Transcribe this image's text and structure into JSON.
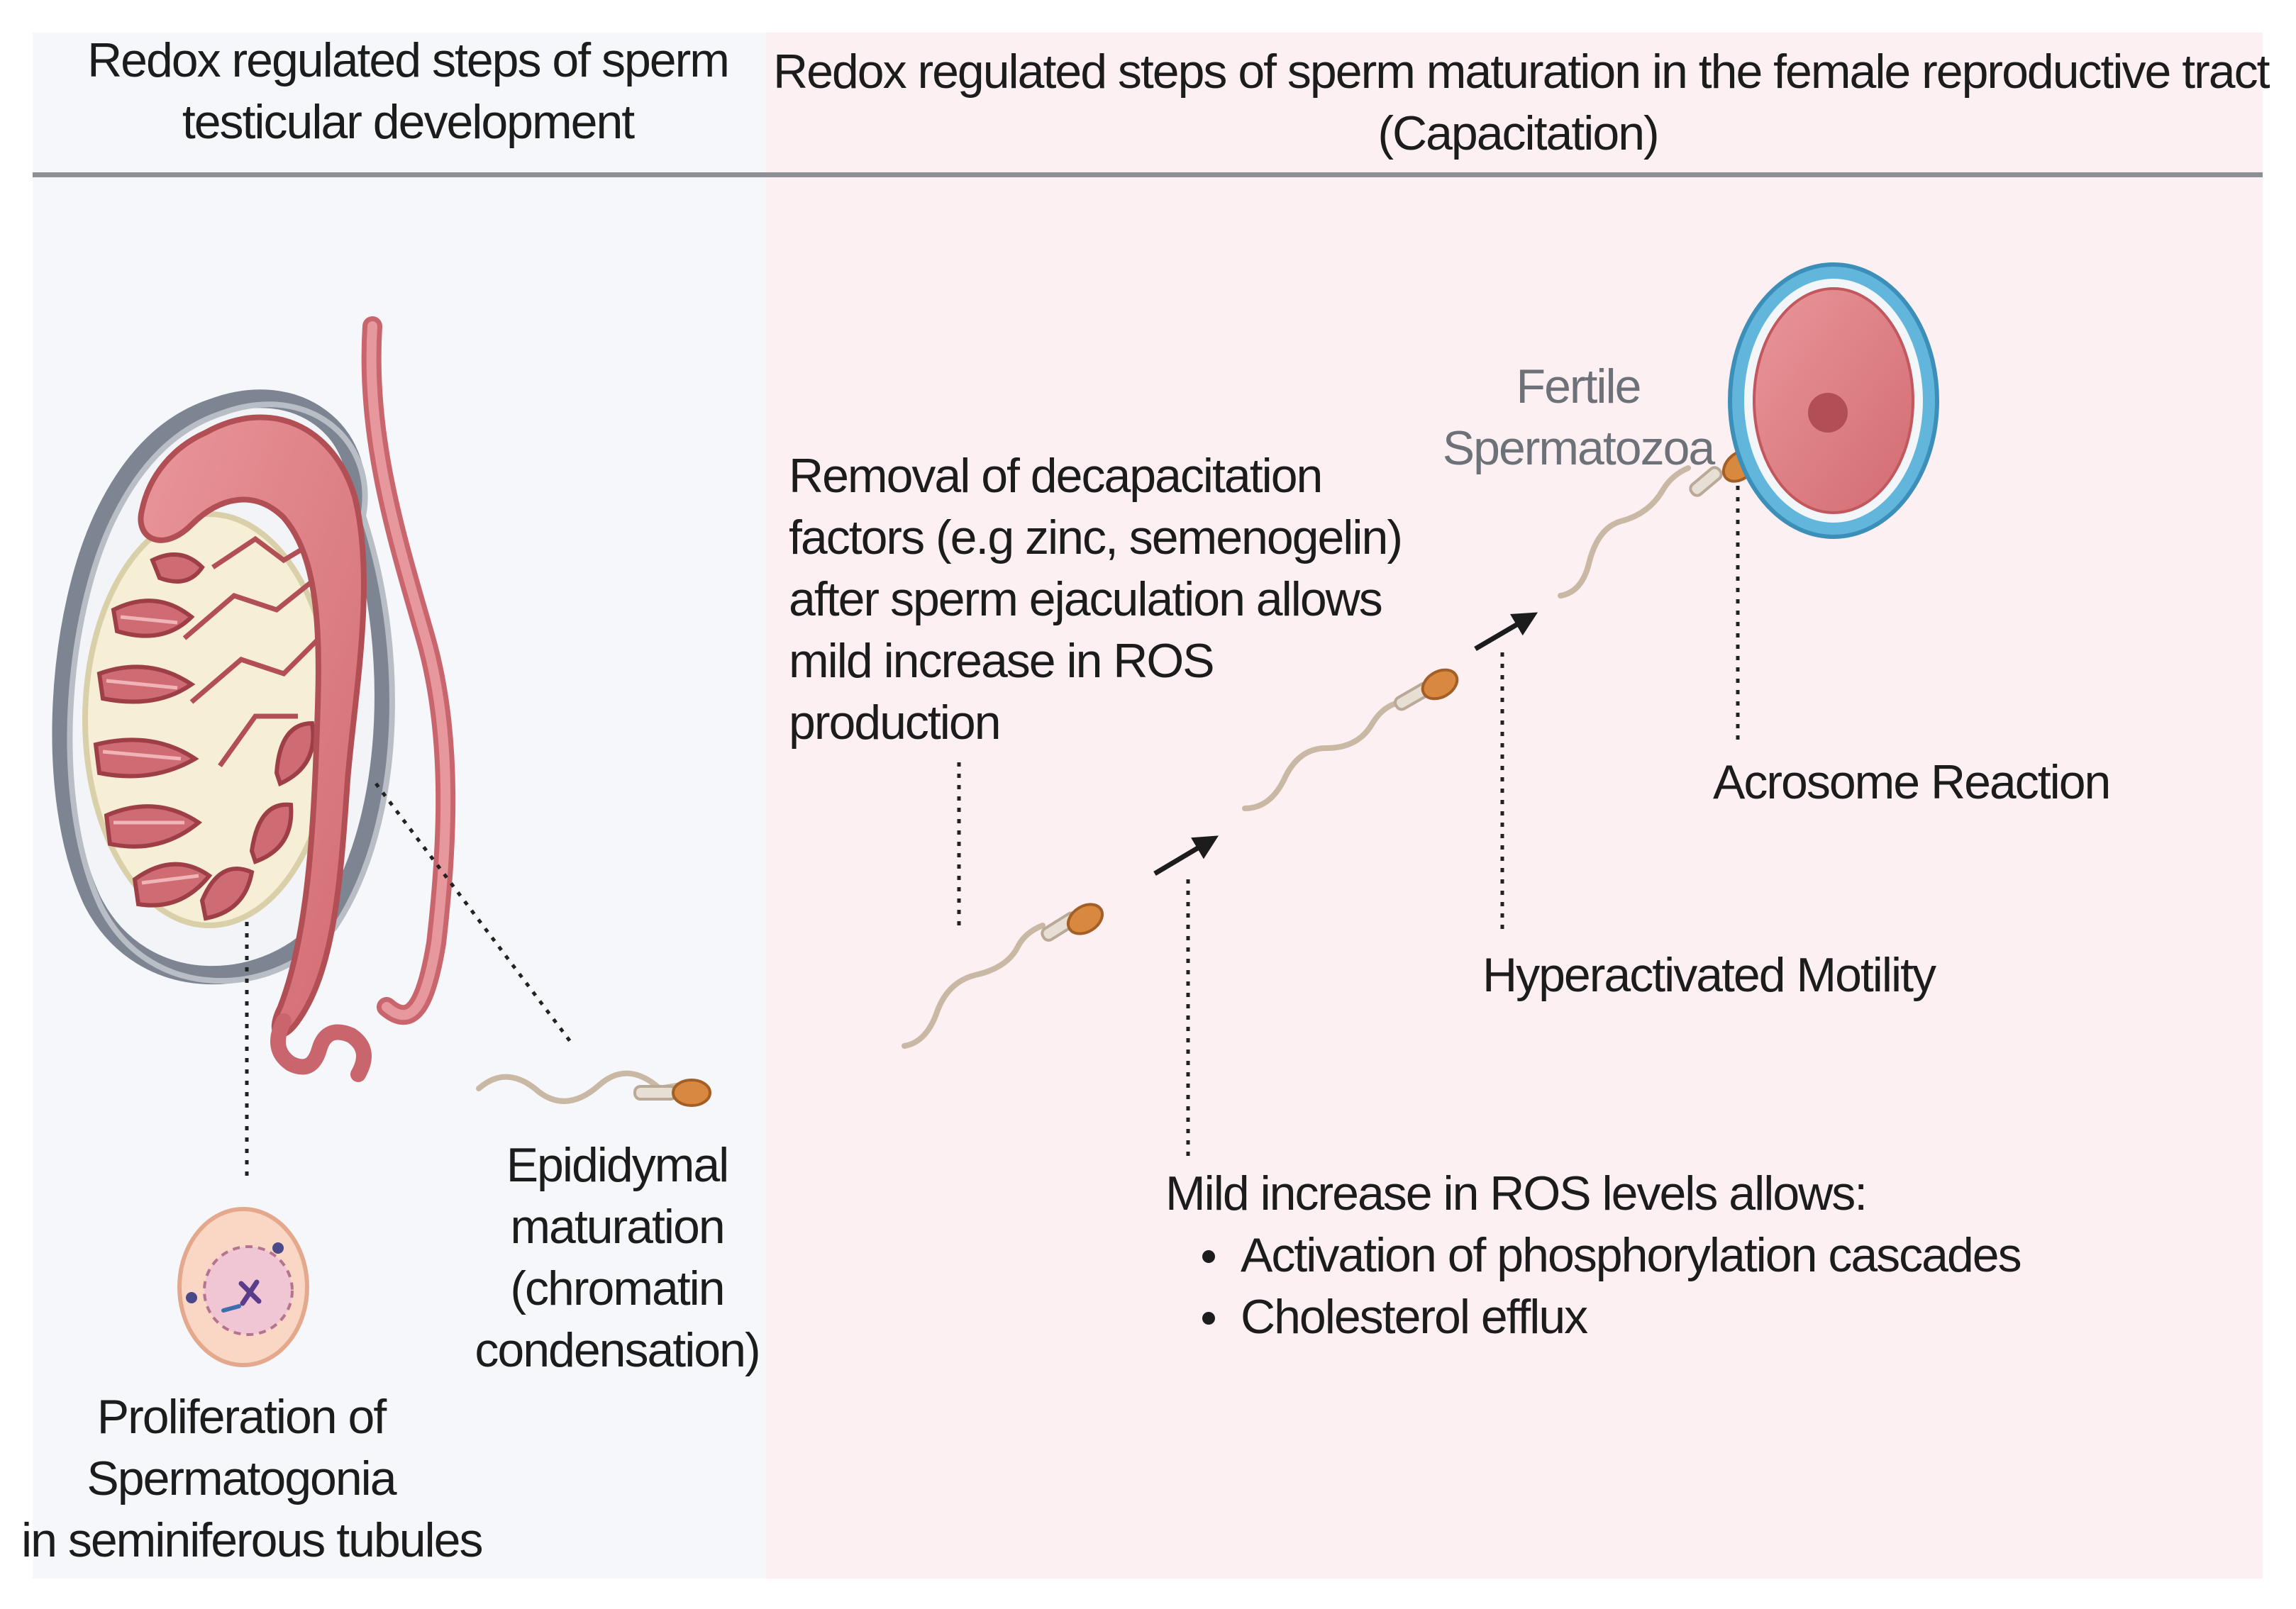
{
  "headers": {
    "left": [
      "Redox regulated steps of sperm",
      "testicular development"
    ],
    "right": [
      "Redox regulated steps of sperm maturation in the female reproductive tract",
      "(Capacitation)"
    ]
  },
  "labels": {
    "epididymal": [
      "Epididymal",
      "maturation",
      "(chromatin",
      "condensation)"
    ],
    "proliferation": [
      "Proliferation of",
      "Spermatogonia",
      "in seminiferous tubules"
    ],
    "removal": [
      "Removal of decapacitation",
      "factors (e.g zinc, semenogelin)",
      "after sperm ejaculation allows",
      "mild increase in ROS",
      "production"
    ],
    "fertile": [
      "Fertile",
      "Spermatozoa"
    ],
    "acrosome": "Acrosome Reaction",
    "hyperactivated": "Hyperactivated Motility",
    "ros_title": "Mild increase in ROS levels allows:",
    "ros_items": [
      "Activation of  phosphorylation cascades",
      "Cholesterol efflux"
    ]
  },
  "colors": {
    "left_panel_bg": "#f6f7fa",
    "right_panel_bg": "#fcf0f2",
    "divider": "#8c8f94",
    "tissue_pink": "#e0848a",
    "tissue_dark": "#b9565e",
    "capsule_grey": "#7d8593",
    "sperm_head": "#d9893f",
    "oocyte_zona": "#5fb3da",
    "oocyte_cytoplasm": "#d9777b",
    "oocyte_nucleus": "#b14f55"
  }
}
